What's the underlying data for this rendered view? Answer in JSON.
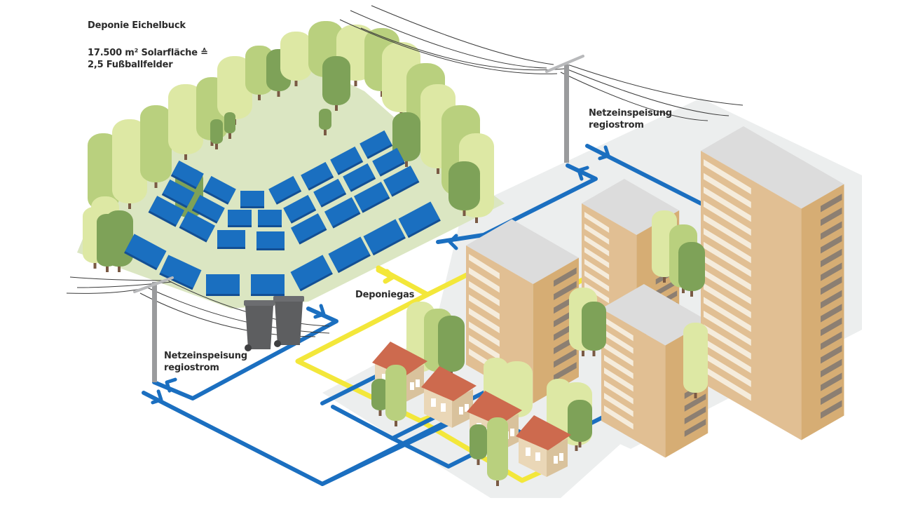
{
  "title": "Deponie Eichelbuck",
  "area": {
    "line1": "17.500 m² Solarfläche ≙",
    "line2": "2,5 Fußballfelder"
  },
  "feed_in_top": {
    "line1": "Netzeinspeisung",
    "line2": "regiostrom"
  },
  "feed_in_bottom": {
    "line1": "Netzeinspeisung",
    "line2": "regiostrom"
  },
  "gas_label": "Deponiegas",
  "legend_semantics": {
    "blue_line": "electricity-flow",
    "yellow_line": "landfill-gas-flow"
  },
  "colors": {
    "solar_panel": "#1a6fc0",
    "solar_panel_edge": "#134f94",
    "hill": "#dbe6c2",
    "tree_light": "#dde8a4",
    "tree_mid": "#b9d07e",
    "tree_dark": "#7ea258",
    "power_line": "#1b6fc0",
    "gas_line": "#f3e73a",
    "building_front": "#e1bf93",
    "building_side": "#d6ad74",
    "building_roof": "#dcdcdc",
    "balcony_dark": "#8c7f72",
    "balcony_light": "#f5ecdc",
    "house_roof": "#cd6a4e",
    "house_wall": "#ead7b7",
    "ground": "#eceeee",
    "pole": "#9a9b9d",
    "bin": "#5d5e60",
    "text": "#2b2b2b"
  }
}
